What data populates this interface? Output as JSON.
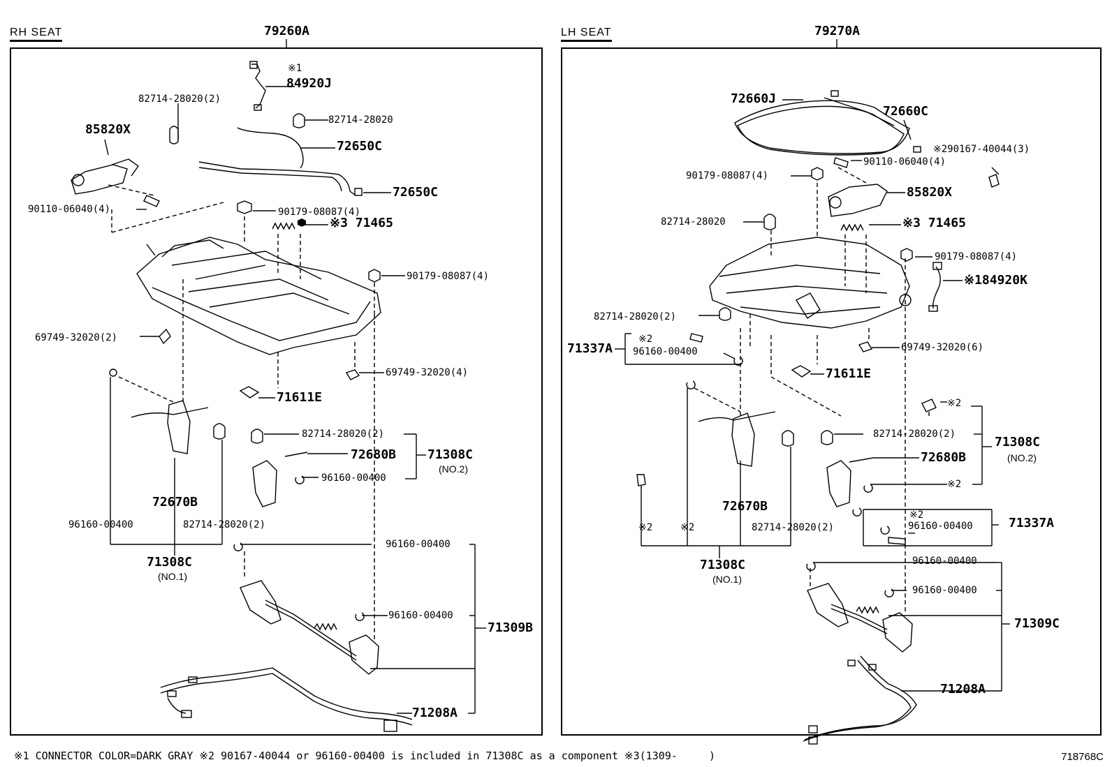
{
  "rh": {
    "seat_label": "RH SEAT",
    "assembly": "79260A",
    "parts": {
      "p84920J_mark": "※1",
      "p84920J": "84920J",
      "p82714_2": "82714-28020(2)",
      "p82714_top": "82714-28020",
      "p85820X": "85820X",
      "p72650C_a": "72650C",
      "p72650C_b": "72650C",
      "p90110": "90110-06040(4)",
      "p90179_a": "90179-08087(4)",
      "p71465": "※3 71465",
      "p90179_b": "90179-08087(4)",
      "p69749_2": "69749-32020(2)",
      "p69749_4": "69749-32020(4)",
      "p71611E": "71611E",
      "p82714_2b": "82714-28020(2)",
      "p72680B": "72680B",
      "p71308C_no2": "71308C",
      "p71308C_no2_sub": "(NO.2)",
      "p96160_a": "96160-00400",
      "p72670B": "72670B",
      "p96160_b": "96160-00400",
      "p82714_2c": "82714-28020(2)",
      "p71308C_no1": "71308C",
      "p71308C_no1_sub": "(NO.1)",
      "p96160_c": "96160-00400",
      "p96160_d": "96160-00400",
      "p71309B": "71309B",
      "p71208A": "71208A"
    }
  },
  "lh": {
    "seat_label": "LH SEAT",
    "assembly": "79270A",
    "parts": {
      "p72660J": "72660J",
      "p72660C": "72660C",
      "p90167": "※290167-40044(3)",
      "p90110": "90110-06040(4)",
      "p90179_a": "90179-08087(4)",
      "p85820X": "85820X",
      "p82714_a": "82714-28020",
      "p71465": "※3 71465",
      "p90179_b": "90179-08087(4)",
      "p84920K": "※184920K",
      "p82714_2": "82714-28020(2)",
      "p71337A_mark": "※2",
      "p71337A": "71337A",
      "p96160_a": "96160-00400",
      "p69749_6": "69749-32020(6)",
      "p71611E": "71611E",
      "p2_mark_a": "※2",
      "p82714_2b": "82714-28020(2)",
      "p71308C_no2": "71308C",
      "p71308C_no2_sub": "(NO.2)",
      "p72680B": "72680B",
      "p2_mark_b": "※2",
      "p2_mark_c": "※2",
      "p96160_b": "96160-00400",
      "p71337A_b": "71337A",
      "p72670B": "72670B",
      "p2_mark_d": "※2",
      "p2_mark_e": "※2",
      "p82714_2c": "82714-28020(2)",
      "p71308C_no1": "71308C",
      "p71308C_no1_sub": "(NO.1)",
      "p96160_c": "96160-00400",
      "p96160_d": "96160-00400",
      "p71309C": "71309C",
      "p71208A": "71208A"
    }
  },
  "footer": {
    "notes": "※1 CONNECTOR COLOR=DARK GRAY ※2 90167-40044 or 96160-00400 is included in 71308C as a component ※3(1309-     )",
    "catalog_id": "718768C"
  }
}
